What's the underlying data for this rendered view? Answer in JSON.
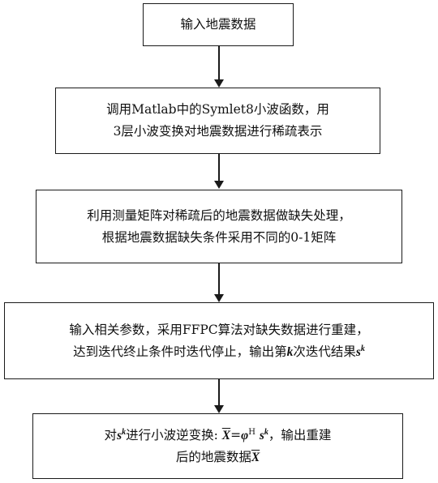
{
  "steps": [
    {
      "lines": [
        "输入地震数据"
      ]
    },
    {
      "lines": [
        "调用Matlab中的Symlet8小波函数，用",
        "3层小波变换对地震数据进行稀疏表示"
      ]
    },
    {
      "lines": [
        "利用测量矩阵对稀疏后的地震数据做缺失处理，",
        "根据地震数据缺失条件采用不同的0-1矩阵"
      ]
    },
    {
      "line1": "输入相关参数，采用FFPC算法对缺失数据进行重建，",
      "line2_pre": "达到迭代终止条件时迭代停止，输出第",
      "line2_k": "k",
      "line2_mid": "次迭代结果",
      "line2_s": "s",
      "line2_sup": "k"
    },
    {
      "pre": "对",
      "s": "s",
      "s_sup": "k",
      "mid": "进行小波逆变换:",
      "X": "X",
      "eq": "=",
      "phi": "φ",
      "phi_sup": "H",
      "s2": "s",
      "s2_sup": "k",
      "post": "，输出重建",
      "line2_pre": "后的地震数据",
      "line2_X": "X"
    }
  ]
}
